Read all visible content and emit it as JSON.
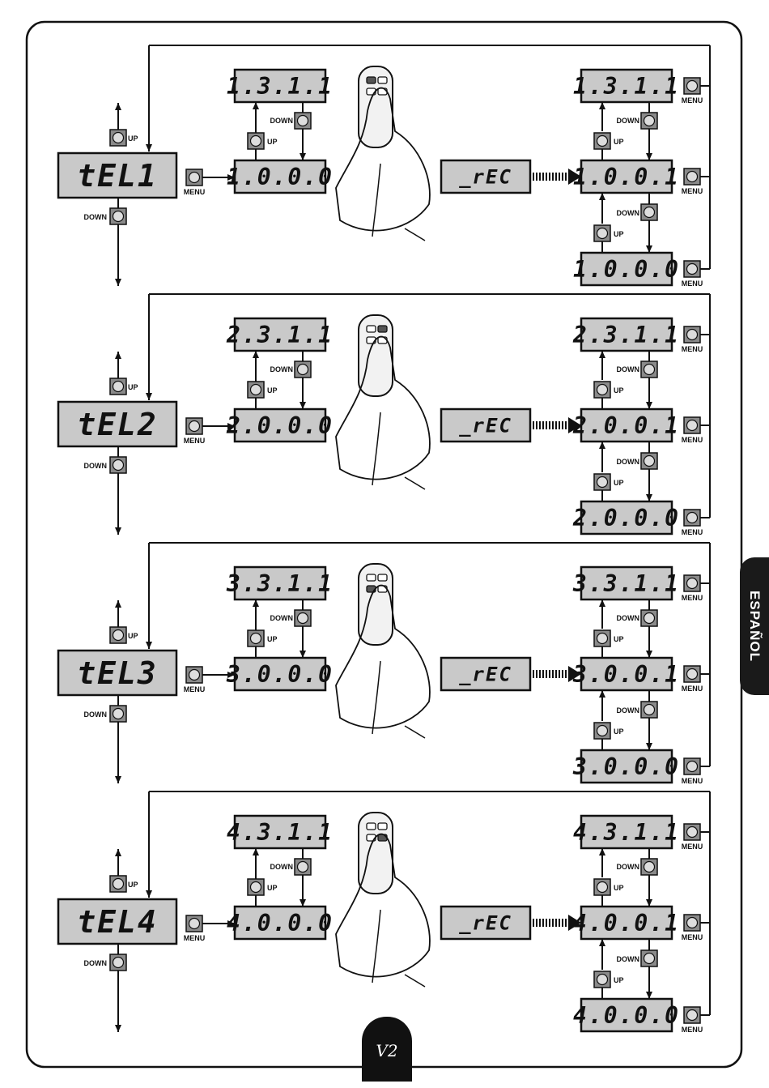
{
  "sections": [
    {
      "code": "tEL1",
      "row_a": "1.3.1.1",
      "row_b": "1.0.0.1",
      "row_c": "1.0.0.0",
      "entry": "1.0.0.0",
      "remote": "button-1"
    },
    {
      "code": "tEL2",
      "row_a": "2.3.1.1",
      "row_b": "2.0.0.1",
      "row_c": "2.0.0.0",
      "entry": "2.0.0.0",
      "remote": "button-2"
    },
    {
      "code": "tEL3",
      "row_a": "3.3.1.1",
      "row_b": "3.0.0.1",
      "row_c": "3.0.0.0",
      "entry": "3.0.0.0",
      "remote": "button-3"
    },
    {
      "code": "tEL4",
      "row_a": "4.3.1.1",
      "row_b": "4.0.0.1",
      "row_c": "4.0.0.0",
      "entry": "4.0.0.0",
      "remote": "button-4"
    }
  ],
  "rec_display": "_rEC",
  "labels": {
    "up": "UP",
    "down": "DOWN",
    "menu": "MENU"
  },
  "side_tab": "ESPAÑOL",
  "logo_text": "V2",
  "colors": {
    "display_bg": "#c9c9c9",
    "button_bg": "#8a8a8a",
    "ink": "#111111",
    "tab_bg": "#1a1a1a"
  }
}
